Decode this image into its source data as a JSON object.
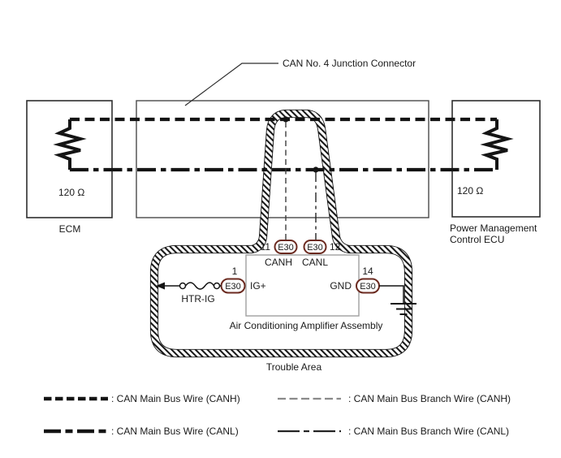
{
  "diagram": {
    "junction_label": "CAN No. 4 Junction Connector",
    "trouble_label": "Trouble Area"
  },
  "ecm": {
    "resistor_value": "120 Ω",
    "name": "ECM"
  },
  "pm_ecu": {
    "resistor_value": "120 Ω",
    "name_line1": "Power Management",
    "name_line2": "Control ECU"
  },
  "amplifier": {
    "name": "Air Conditioning Amplifier Assembly",
    "connector_code": "E30",
    "pin_canh_no": "11",
    "pin_canh_label": "CANH",
    "pin_canl_no": "12",
    "pin_canl_label": "CANL",
    "pin_ig_no": "1",
    "pin_ig_label": "IG+",
    "pin_gnd_no": "14",
    "pin_gnd_label": "GND",
    "fuse_label": "HTR-IG"
  },
  "legend": {
    "main_canh": ": CAN Main Bus Wire (CANH)",
    "main_canl": ": CAN Main Bus Wire (CANL)",
    "branch_canh": ": CAN Main Bus Branch Wire (CANH)",
    "branch_canl": ": CAN Main Bus Branch Wire (CANL)"
  },
  "colors": {
    "line": "#1a1a1a",
    "connector_border": "#6b2a20",
    "branch_canh_gray": "#8a8a8a"
  }
}
